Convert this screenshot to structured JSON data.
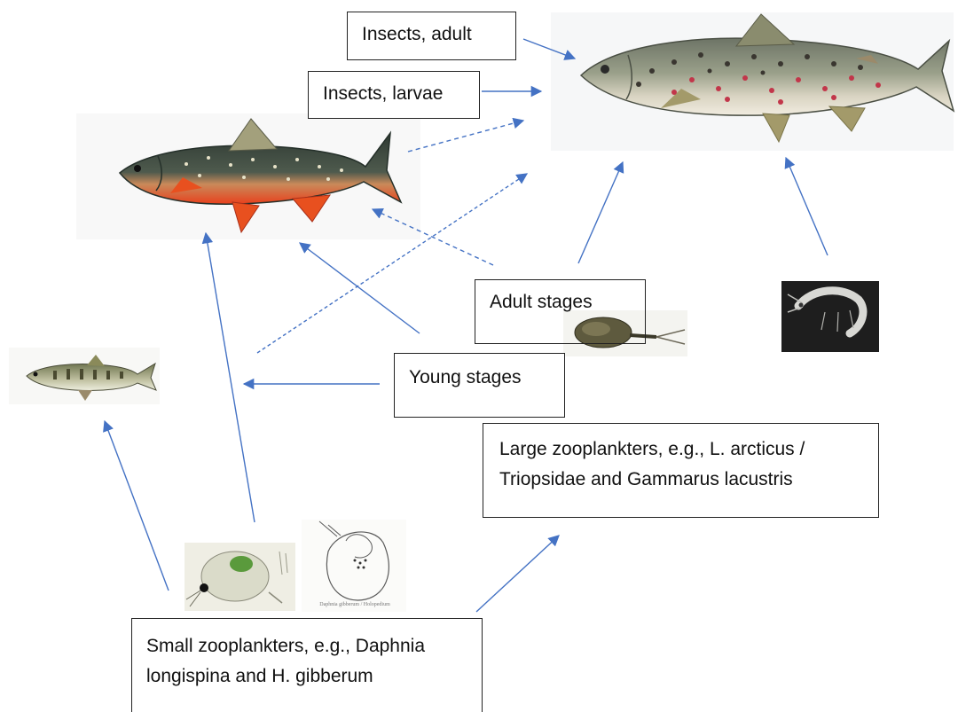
{
  "labels": {
    "insects_adult": "Insects, adult",
    "insects_larvae": "Insects, larvae",
    "adult_stages": "Adult stages",
    "young_stages": "Young stages",
    "large_zooplankters": "Large zooplankters, e.g., L. arcticus / Triopsidae and Gammarus lacustris",
    "small_zooplankters": "Small zooplankters, e.g., Daphnia longispina and H. gibberum"
  },
  "images": {
    "brown_trout": "brown-trout-illustration",
    "arctic_charr": "arctic-charr-illustration",
    "minnow": "minnow-illustration",
    "triops": "triops-photo",
    "gammarus": "gammarus-photo",
    "daphnia": "daphnia-drawing",
    "holopedium": "holopedium-drawing"
  },
  "colors": {
    "arrow": "#4472c4",
    "dashed_arrow": "#4472c4",
    "box_border": "#222222"
  },
  "image_caption_small": "Daphnia gibberum / Holopedium"
}
